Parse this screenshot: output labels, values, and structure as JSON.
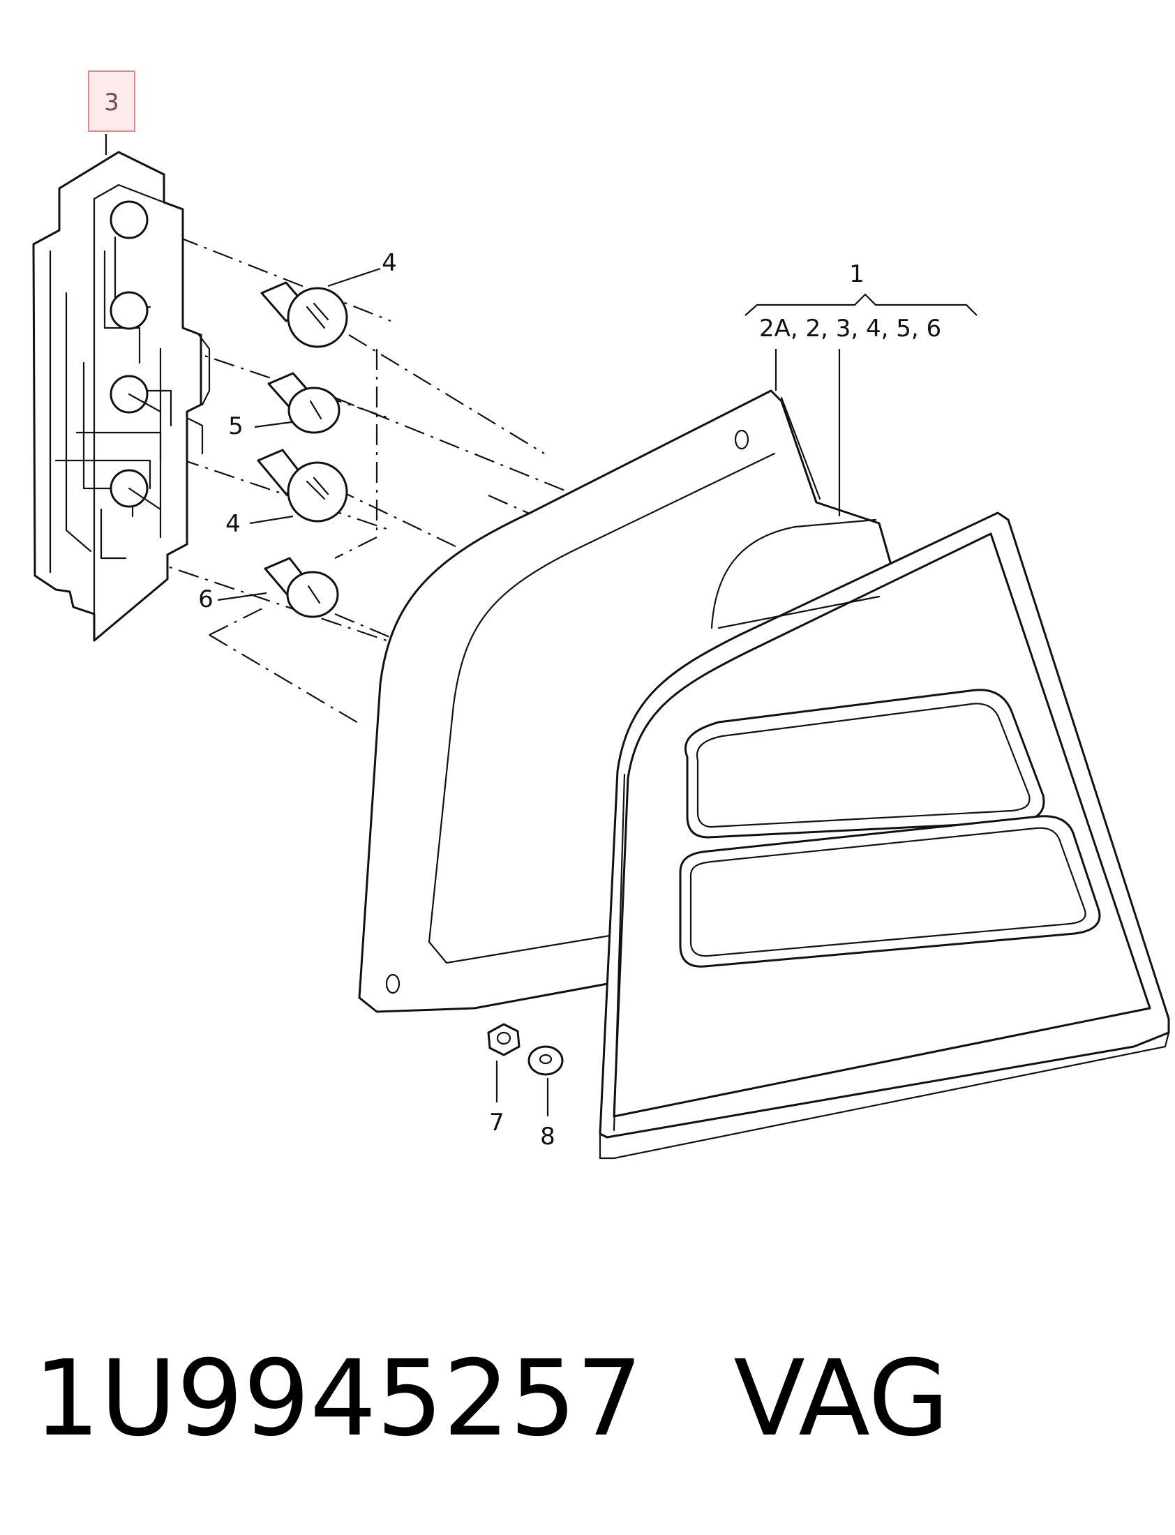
{
  "diagram": {
    "callouts": {
      "c1": "1",
      "c1_group": "2A,  2, 3, 4, 5, 6",
      "c3": "3",
      "c4_top": "4",
      "c4_lower": "4",
      "c5": "5",
      "c6": "6",
      "c7": "7",
      "c8": "8"
    },
    "highlighted_callout": "3",
    "highlight_color": "#e08a8a"
  },
  "footer": {
    "part_number": "1U9945257",
    "brand": "VAG"
  }
}
